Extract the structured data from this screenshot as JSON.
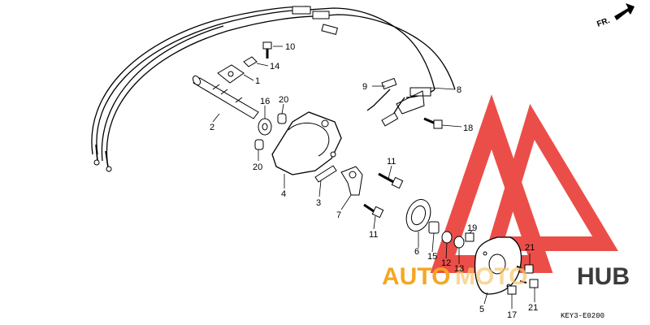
{
  "diagram": {
    "code": "KEY3-E0200",
    "front_label": "FR.",
    "watermark": {
      "text_left": "AUTO",
      "text_middle": "MOTO",
      "text_right": "HUB",
      "color_primary": "#f5a623",
      "color_secondary": "#f7c76a",
      "color_dark": "#3b3b3b",
      "color_logo": "#e8302a"
    },
    "labels": {
      "p1": "1",
      "p2": "2",
      "p3": "3",
      "p4": "4",
      "p5": "5",
      "p6": "6",
      "p7": "7",
      "p8": "8",
      "p9": "9",
      "p10": "10",
      "p11a": "11",
      "p11b": "11",
      "p12": "12",
      "p13": "13",
      "p14": "14",
      "p15": "15",
      "p16": "16",
      "p17": "17",
      "p18": "18",
      "p19": "19",
      "p20a": "20",
      "p20b": "20",
      "p21a": "21",
      "p21b": "21"
    }
  }
}
